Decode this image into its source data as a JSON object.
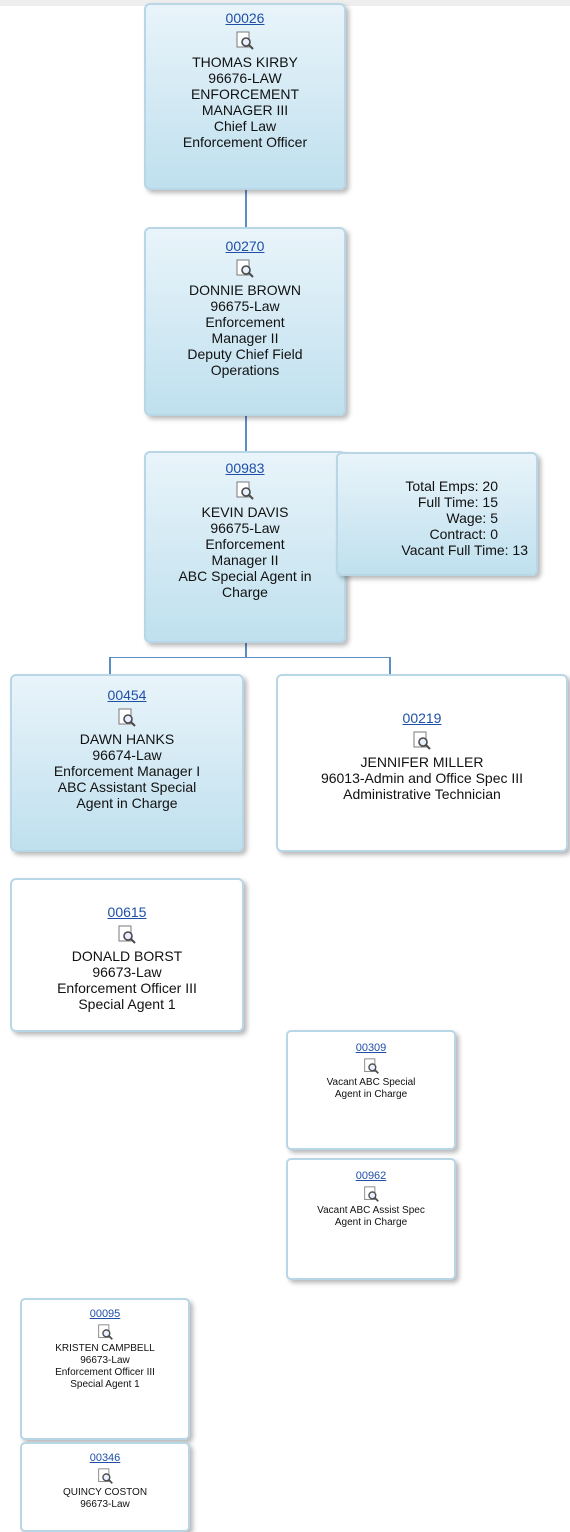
{
  "cards": [
    {
      "id": "00026",
      "lines": [
        "THOMAS KIRBY",
        "96676-LAW",
        "ENFORCEMENT",
        "MANAGER III",
        "Chief Law",
        "Enforcement Officer"
      ]
    },
    {
      "id": "00270",
      "lines": [
        "DONNIE BROWN",
        "96675-Law",
        "Enforcement",
        "Manager II",
        "Deputy Chief Field",
        "Operations"
      ]
    },
    {
      "id": "00983",
      "lines": [
        "KEVIN DAVIS",
        "96675-Law",
        "Enforcement",
        "Manager II",
        "ABC Special Agent in",
        "Charge"
      ]
    },
    {
      "id": "00454",
      "lines": [
        "DAWN HANKS",
        "96674-Law",
        "Enforcement Manager I",
        "ABC Assistant Special",
        "Agent in Charge"
      ]
    },
    {
      "id": "00219",
      "lines": [
        "JENNIFER MILLER",
        "96013-Admin and Office Spec III",
        "Administrative Technician"
      ]
    },
    {
      "id": "00615",
      "lines": [
        "DONALD BORST",
        "96673-Law",
        "Enforcement Officer III",
        "Special Agent 1"
      ]
    },
    {
      "id": "00309",
      "lines": [
        "Vacant ABC Special",
        "Agent in Charge"
      ]
    },
    {
      "id": "00962",
      "lines": [
        "Vacant ABC Assist Spec",
        "Agent in Charge"
      ]
    },
    {
      "id": "00095",
      "lines": [
        "KRISTEN CAMPBELL",
        "96673-Law",
        "Enforcement Officer III",
        "Special Agent 1"
      ]
    },
    {
      "id": "00346",
      "lines": [
        "QUINCY COSTON",
        "96673-Law"
      ]
    }
  ],
  "summary": {
    "total": "Total Emps: 20",
    "full_time": "Full Time: 15",
    "wage": "Wage: 5",
    "contract": "Contract: 0",
    "vacant_full_time": "Vacant Full Time: 13"
  },
  "icons": {
    "details": "magnifier-document-icon"
  },
  "colors": {
    "link": "#1f4fa8",
    "connector": "#5b8fc4",
    "card_border": "#b9d6e6",
    "card_gradient_top": "#e9f4fa",
    "card_gradient_bottom": "#bfe0ee"
  }
}
